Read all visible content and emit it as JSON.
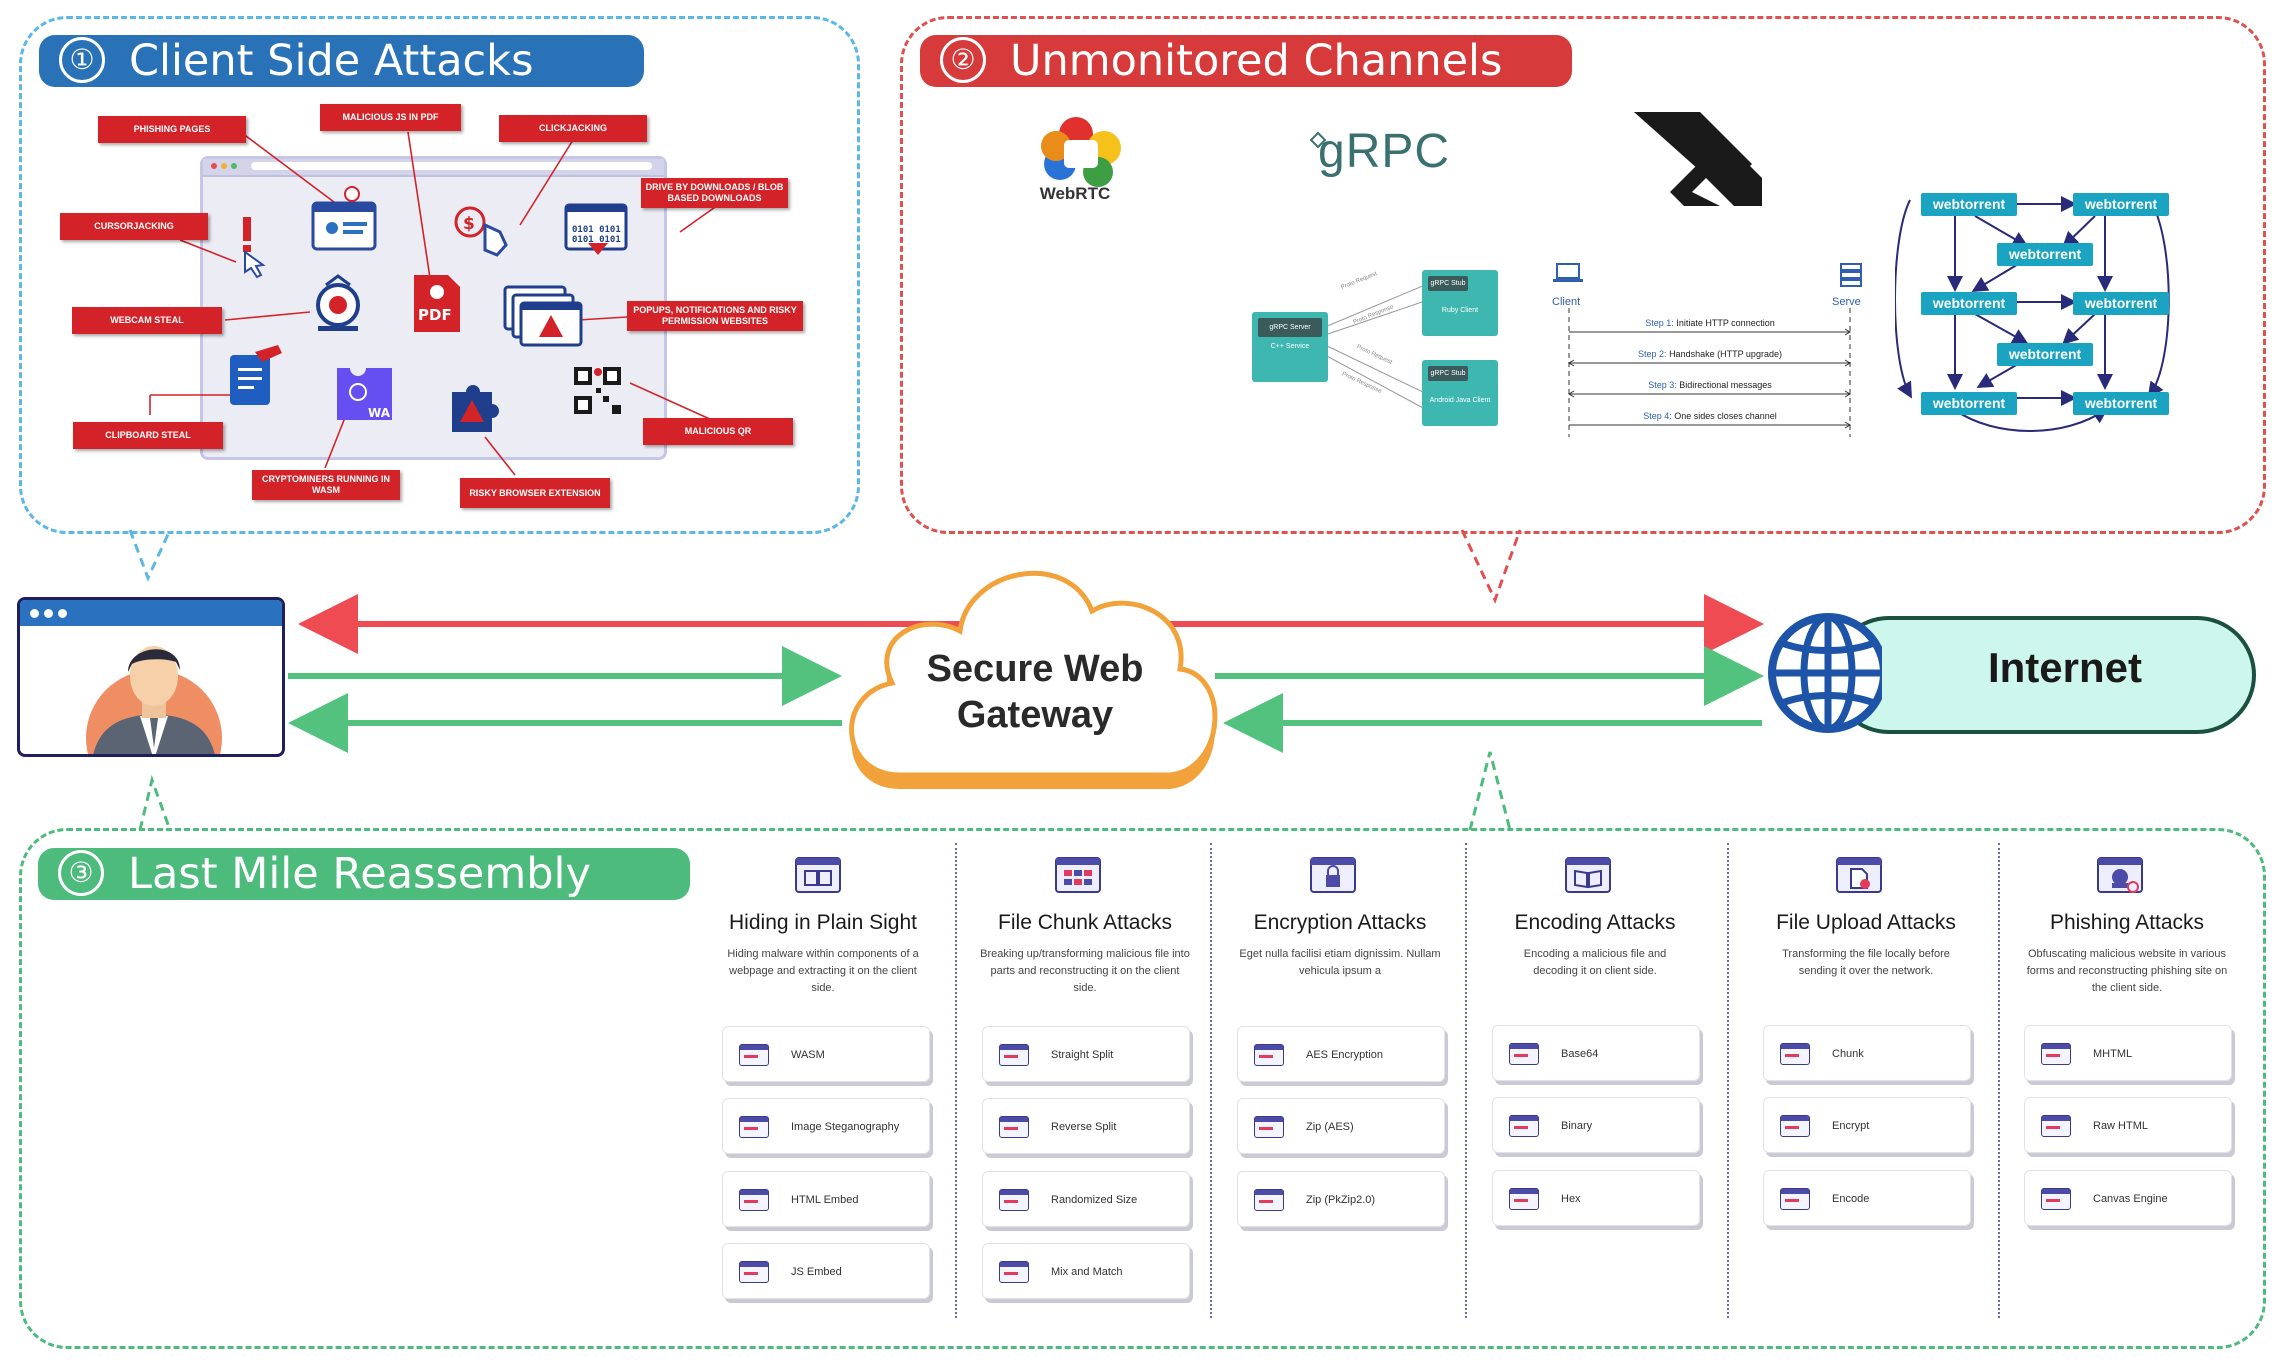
{
  "sections": {
    "client": {
      "number": "①",
      "title": "Client Side Attacks"
    },
    "channels": {
      "number": "②",
      "title": "Unmonitored Channels"
    },
    "lastmile": {
      "number": "③",
      "title": "Last Mile Reassembly"
    }
  },
  "colors": {
    "client_accent": "#2a72b8",
    "channels_accent": "#d63a3a",
    "lastmile_accent": "#4cbb7c",
    "arrow_red": "#ef4b52",
    "arrow_green": "#53c27f",
    "gateway_orange": "#f0a030",
    "internet_fill": "#cdf7ec",
    "globe_blue": "#1d54a8"
  },
  "client_attacks": [
    "PHISHING PAGES",
    "MALICIOUS JS IN PDF",
    "CLICKJACKING",
    "DRIVE BY DOWNLOADS / BLOB BASED DOWNLOADS",
    "CURSORJACKING",
    "WEBCAM STEAL",
    "POPUPS, NOTIFICATIONS AND RISKY PERMISSION WEBSITES",
    "CLIPBOARD STEAL",
    "MALICIOUS QR",
    "CRYPTOMINERS RUNNING IN WASM",
    "RISKY BROWSER EXTENSION"
  ],
  "collage_icons": [
    "phishing-page-icon",
    "pdf-icon",
    "clickjacking-icon",
    "download-icon",
    "cursorjacking-icon",
    "webcam-icon",
    "popup-icon",
    "clipboard-icon",
    "qr-icon",
    "wasm-icon",
    "extension-icon"
  ],
  "channels": {
    "webrtc_label": "WebRTC",
    "grpc_label": "gRPC",
    "grpc_diagram": {
      "server": "gRPC Server",
      "server_sub": "C++ Service",
      "stub1": "gRPC Stub",
      "stub1_sub": "Ruby Client",
      "stub2": "gRPC Stub",
      "stub2_sub": "Android Java Client",
      "req1": "Proto Request",
      "res1": "Proto Response",
      "req2": "Proto Request",
      "res2": "Proto Response"
    },
    "websocket": {
      "client": "Client",
      "server": "Serve",
      "steps": [
        {
          "step": "Step 1:",
          "text": "Initiate HTTP connection"
        },
        {
          "step": "Step 2:",
          "text": "Handshake (HTTP upgrade)"
        },
        {
          "step": "Step 3:",
          "text": "Bidirectional messages"
        },
        {
          "step": "Step 4:",
          "text": "One sides closes channel"
        }
      ]
    },
    "webtorrent_label": "webtorrent"
  },
  "center": {
    "gateway_label": "Secure Web Gateway",
    "internet_label": "Internet"
  },
  "columns": [
    {
      "title": "Hiding in Plain Sight",
      "desc": "Hiding malware within components of a webpage and extracting it on the client side.",
      "items": [
        "WASM",
        "Image Steganography",
        "HTML Embed",
        "JS Embed"
      ]
    },
    {
      "title": "File Chunk Attacks",
      "desc": "Breaking up/transforming malicious file into parts and reconstructing it on the client side.",
      "items": [
        "Straight Split",
        "Reverse Split",
        "Randomized Size",
        "Mix and Match"
      ]
    },
    {
      "title": "Encryption Attacks",
      "desc": "Eget nulla facilisi etiam dignissim. Nullam vehicula ipsum a",
      "items": [
        "AES Encryption",
        "Zip (AES)",
        "Zip (PkZip2.0)"
      ]
    },
    {
      "title": "Encoding Attacks",
      "desc": "Encoding a malicious file and decoding it on client side.",
      "items": [
        "Base64",
        "Binary",
        "Hex"
      ]
    },
    {
      "title": "File Upload Attacks",
      "desc": "Transforming the file locally before sending it over the network.",
      "items": [
        "Chunk",
        "Encrypt",
        "Encode"
      ]
    },
    {
      "title": "Phishing Attacks",
      "desc": "Obfuscating malicious website in various forms and reconstructing phishing site on the client side.",
      "items": [
        "MHTML",
        "Raw HTML",
        "Canvas Engine"
      ]
    }
  ]
}
